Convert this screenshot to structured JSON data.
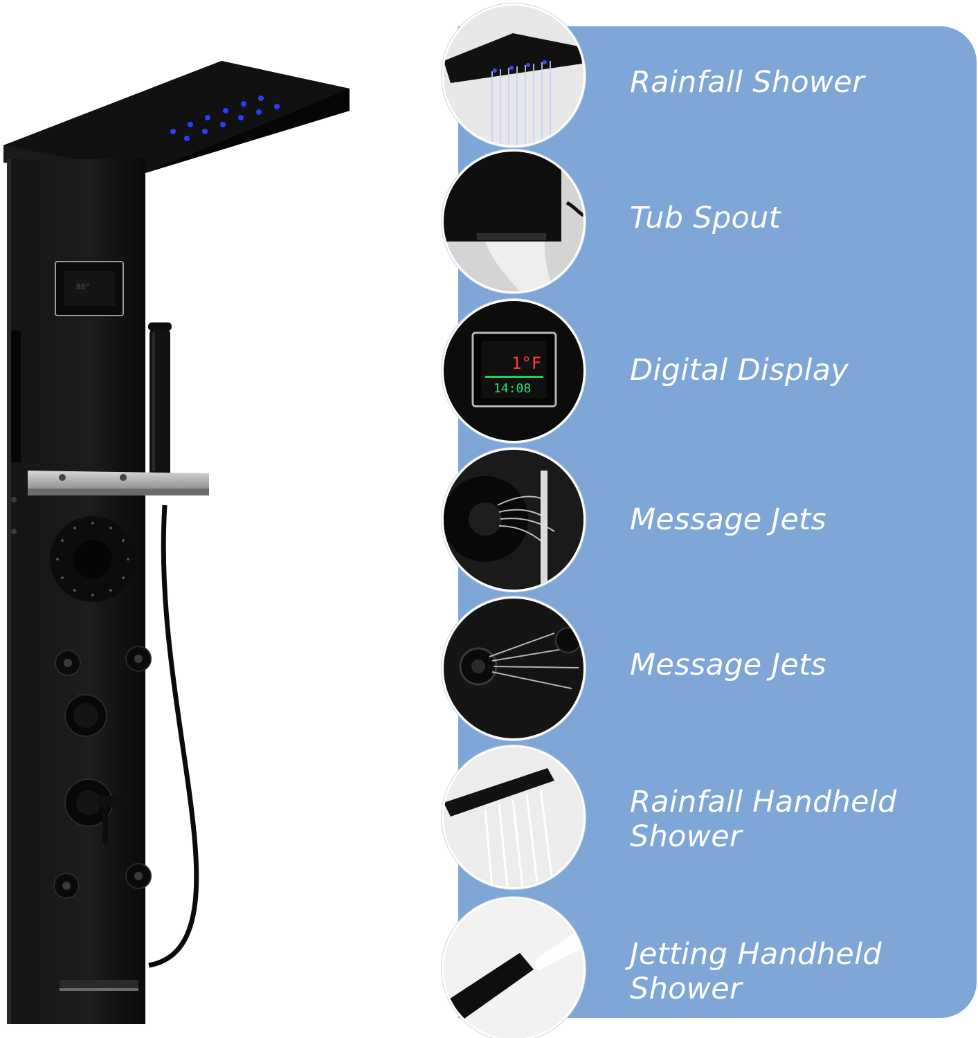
{
  "features": [
    {
      "label": "Rainfall Shower",
      "icon": "rainfall-shower-icon"
    },
    {
      "label": "Tub Spout",
      "icon": "tub-spout-icon"
    },
    {
      "label": "Digital Display",
      "icon": "digital-display-icon",
      "display": {
        "temperature": "1°F",
        "time": "14:08"
      }
    },
    {
      "label": "Message Jets",
      "icon": "massage-jet-icon"
    },
    {
      "label": "Message Jets",
      "icon": "body-jet-icon"
    },
    {
      "label": "Rainfall Handheld\nShower",
      "icon": "handheld-rain-icon"
    },
    {
      "label": "Jetting Handheld\nShower",
      "icon": "handheld-jet-icon"
    }
  ],
  "colors": {
    "panel": "#7ea7d7",
    "fixture": "#111111",
    "led": "#2b3cff"
  }
}
